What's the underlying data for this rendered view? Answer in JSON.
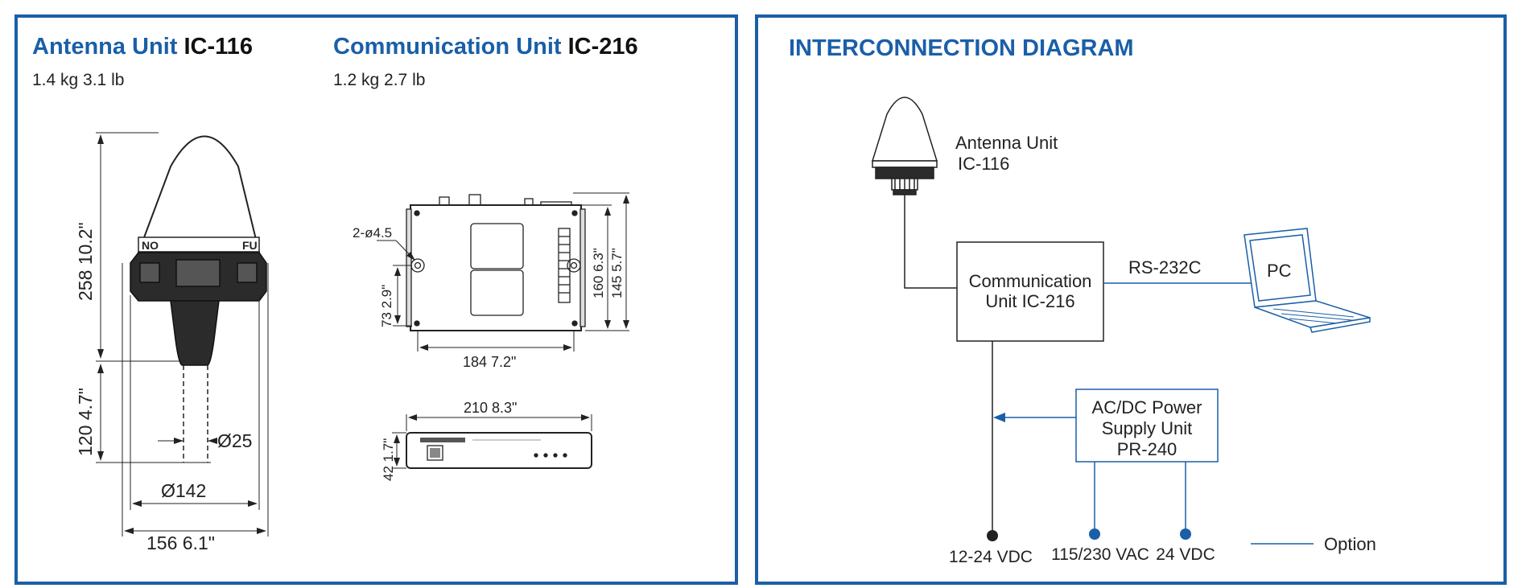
{
  "colors": {
    "accent": "#1a5fa8",
    "line": "#333333",
    "white": "#ffffff"
  },
  "antenna_spec": {
    "name": "Antenna Unit",
    "model": "IC-116",
    "weight": "1.4 kg  3.1 lb",
    "dims": {
      "height": "258  10.2\"",
      "mast": "120  4.7\"",
      "mast_dia": "Ø25",
      "base_dia": "Ø142",
      "width": "156  6.1\"",
      "marks": [
        "NO",
        "FU"
      ]
    }
  },
  "comm_spec": {
    "name": "Communication Unit",
    "model": "IC-216",
    "weight": "1.2 kg   2.7 lb",
    "dims": {
      "holes": "2-ø4.5",
      "hole_spacing": "73  2.9\"",
      "depth_outer": "160  6.3\"",
      "depth_inner": "145  5.7\"",
      "width": "184  7.2\"",
      "front_width": "210  8.3\"",
      "front_height": "42  1.7\""
    }
  },
  "interconnection": {
    "title": "INTERCONNECTION DIAGRAM",
    "antenna_label_1": "Antenna Unit",
    "antenna_label_2": "IC-116",
    "comm_label_1": "Communication",
    "comm_label_2": "Unit IC-216",
    "link_label": "RS-232C",
    "pc_label": "PC",
    "power_label_1": "AC/DC Power",
    "power_label_2": "Supply Unit",
    "power_label_3": "PR-240",
    "terminals": [
      "12-24 VDC",
      "115/230 VAC",
      "24 VDC"
    ],
    "legend_option": "Option"
  }
}
